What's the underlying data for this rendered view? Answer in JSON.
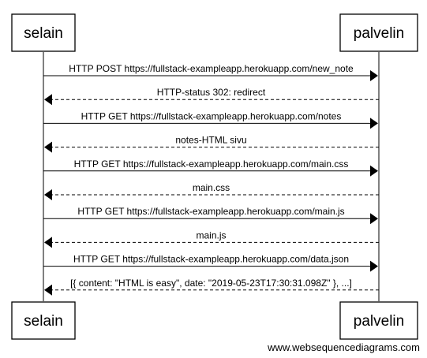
{
  "participants": {
    "left": "selain",
    "right": "palvelin"
  },
  "messages": [
    {
      "label": "HTTP POST https://fullstack-exampleapp.herokuapp.com/new_note",
      "from": "left",
      "to": "right",
      "style": "solid"
    },
    {
      "label": "HTTP-status 302: redirect",
      "from": "right",
      "to": "left",
      "style": "dashed"
    },
    {
      "label": "HTTP GET https://fullstack-exampleapp.herokuapp.com/notes",
      "from": "left",
      "to": "right",
      "style": "solid"
    },
    {
      "label": "notes-HTML sivu",
      "from": "right",
      "to": "left",
      "style": "dashed"
    },
    {
      "label": "HTTP GET https://fullstack-exampleapp.herokuapp.com/main.css",
      "from": "left",
      "to": "right",
      "style": "solid"
    },
    {
      "label": "main.css",
      "from": "right",
      "to": "left",
      "style": "dashed"
    },
    {
      "label": "HTTP GET https://fullstack-exampleapp.herokuapp.com/main.js",
      "from": "left",
      "to": "right",
      "style": "solid"
    },
    {
      "label": "main.js",
      "from": "right",
      "to": "left",
      "style": "dashed"
    },
    {
      "label": "HTTP GET https://fullstack-exampleapp.herokuapp.com/data.json",
      "from": "left",
      "to": "right",
      "style": "solid"
    },
    {
      "label": "[{ content:  \"HTML is easy\", date: \"2019-05-23T17:30:31.098Z\" }, ...]",
      "from": "right",
      "to": "left",
      "style": "dashed"
    }
  ],
  "watermark": "www.websequencediagrams.com"
}
